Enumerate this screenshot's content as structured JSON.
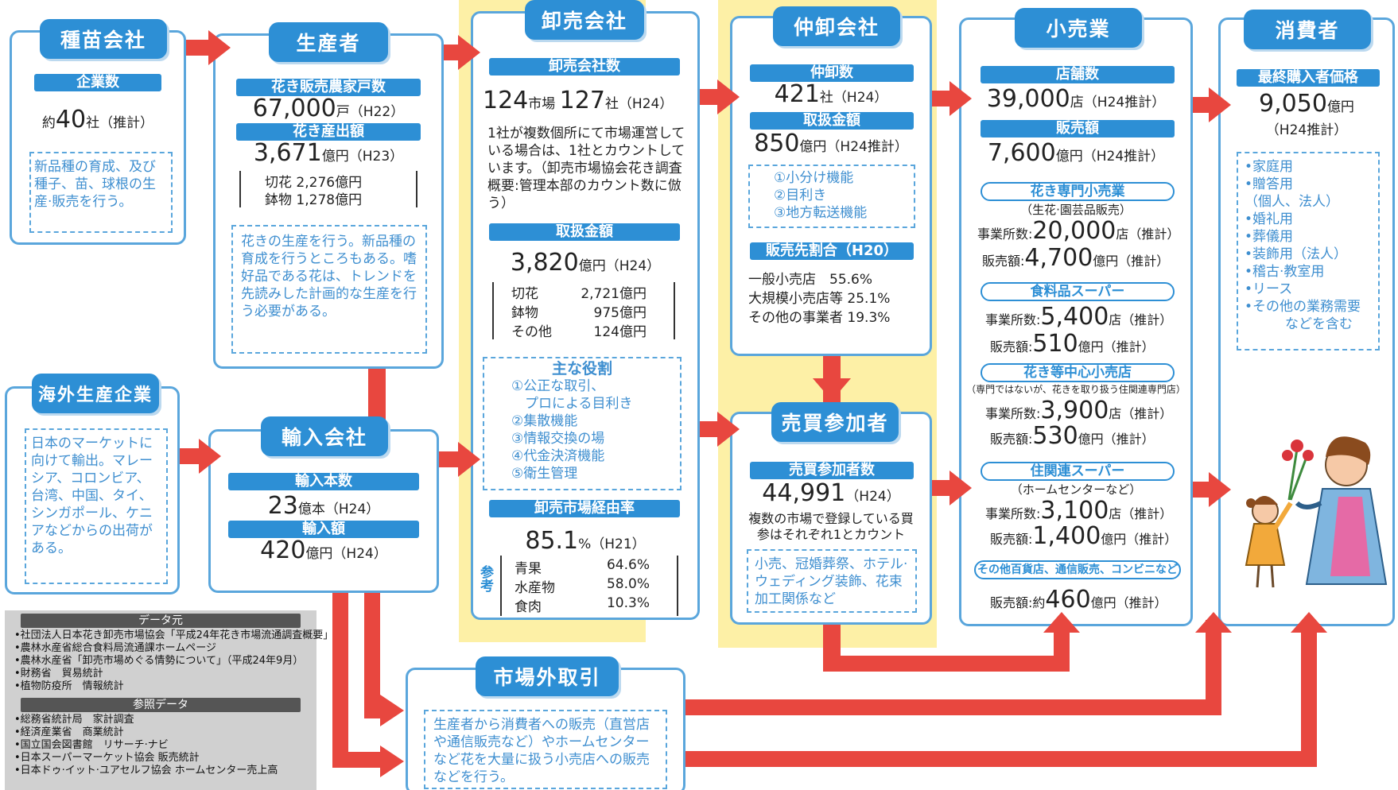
{
  "seed": {
    "title": "種苗会社",
    "bar": "企業数",
    "count_pre": "約",
    "count_num": "40",
    "count_unit": "社（推計）",
    "desc": "新品種の育成、及び種子、苗、球根の生産·販売を行う。"
  },
  "producer": {
    "title": "生産者",
    "bar1": "花き販売農家戸数",
    "farms_num": "67,000",
    "farms_unit": "戸（H22）",
    "bar2": "花き産出額",
    "output_num": "3,671",
    "output_unit": "億円（H23）",
    "cut": "切花 2,276億円",
    "pot": "鉢物 1,278億円",
    "desc": "花きの生産を行う。新品種の育成を行うところもある。嗜好品である花は、トレンドを先読みした計画的な生産を行う必要がある。"
  },
  "wholesale": {
    "title": "卸売会社",
    "bar1": "卸売会社数",
    "markets_num": "124",
    "markets_unit": "市場",
    "companies_num": "127",
    "companies_unit": "社（H24）",
    "note": "1社が複数個所にて市場運営している場合は、1社とカウントしています。（卸売市場協会花き調査概要:管理本部のカウント数に倣う）",
    "bar2": "取扱金額",
    "amount_num": "3,820",
    "amount_unit": "億円（H24）",
    "breakdown": [
      {
        "label": "切花",
        "value": "2,721億円"
      },
      {
        "label": "鉢物",
        "value": "975億円"
      },
      {
        "label": "その他",
        "value": "124億円"
      }
    ],
    "roles_title": "主な役割",
    "roles": [
      "①公正な取引、",
      "　プロによる目利き",
      "②集散機能",
      "③情報交換の場",
      "④代金決済機能",
      "⑤衛生管理"
    ],
    "bar3": "卸売市場経由率",
    "rate_num": "85.1",
    "rate_unit": "%（H21）",
    "ref_label": "参考",
    "refs": [
      {
        "label": "青果",
        "value": "64.6%"
      },
      {
        "label": "水産物",
        "value": "58.0%"
      },
      {
        "label": "食肉",
        "value": "10.3%"
      }
    ]
  },
  "intermediate": {
    "title": "仲卸会社",
    "bar1": "仲卸数",
    "count_num": "421",
    "count_unit": "社（H24）",
    "bar2": "取扱金額",
    "amount_num": "850",
    "amount_unit": "億円（H24推計）",
    "functions": [
      "①小分け機能",
      "②目利き",
      "③地方転送機能"
    ],
    "bar3": "販売先割合（H20）",
    "shares": [
      {
        "label": "一般小売店",
        "value": "55.6%"
      },
      {
        "label": "大規模小売店等",
        "value": "25.1%"
      },
      {
        "label": "その他の事業者",
        "value": "19.3%"
      }
    ]
  },
  "participants": {
    "title": "売買参加者",
    "bar": "売買参加者数",
    "count_num": "44,991",
    "count_unit": "（H24）",
    "note": "複数の市場で登録している買参はそれぞれ1とカウント",
    "desc": "小売、冠婚葬祭、ホテル·ウェディング装飾、花束加工関係など"
  },
  "retail": {
    "title": "小売業",
    "bar1": "店舗数",
    "stores_num": "39,000",
    "stores_unit": "店（H24推計）",
    "bar2": "販売額",
    "sales_num": "7,600",
    "sales_unit": "億円（H24推計）",
    "segments": [
      {
        "name": "花き専門小売業",
        "sub": "（生花·園芸品販売）",
        "l1": "事業所数:",
        "v1": "20,000",
        "u1": "店（推計）",
        "l2": "販売額:",
        "v2": "4,700",
        "u2": "億円（推計）"
      },
      {
        "name": "食料品スーパー",
        "sub": "",
        "l1": "事業所数:",
        "v1": "5,400",
        "u1": "店（推計）",
        "l2": "販売額:",
        "v2": "510",
        "u2": "億円（推計）"
      },
      {
        "name": "花き等中心小売店",
        "sub": "（専門ではないが、花きを取り扱う住関連専門店）",
        "l1": "事業所数:",
        "v1": "3,900",
        "u1": "店（推計）",
        "l2": "販売額:",
        "v2": "530",
        "u2": "億円（推計）"
      },
      {
        "name": "住関連スーパー",
        "sub": "（ホームセンターなど）",
        "l1": "事業所数:",
        "v1": "3,100",
        "u1": "店（推計）",
        "l2": "販売額:",
        "v2": "1,400",
        "u2": "億円（推計）"
      }
    ],
    "other_name": "その他百貨店、通信販売、コンビニなど",
    "other_label": "販売額:約",
    "other_value": "460",
    "other_unit": "億円（推計）"
  },
  "consumer": {
    "title": "消費者",
    "bar": "最終購入者価格",
    "price_num": "9,050",
    "price_unit": "億円",
    "price_year": "（H24推計）",
    "uses": [
      "•家庭用",
      "•贈答用",
      "（個人、法人）",
      "•婚礼用",
      "•葬儀用",
      "•装飾用（法人）",
      "•稽古·教室用",
      "•リース",
      "•その他の業務需要",
      "　　　などを含む"
    ]
  },
  "overseas": {
    "title": "海外生産企業",
    "desc": "日本のマーケットに向けて輸出。マレーシア、コロンビア、台湾、中国、タイ、シンガポール、ケニアなどからの出荷がある。"
  },
  "importer": {
    "title": "輸入会社",
    "bar1": "輸入本数",
    "count_num": "23",
    "count_unit": "億本（H24）",
    "bar2": "輸入額",
    "amount_num": "420",
    "amount_unit": "億円（H24）"
  },
  "offmarket": {
    "title": "市場外取引",
    "desc": "生産者から消費者への販売（直営店や通信販売など）やホームセンターなど花を大量に扱う小売店への販売などを行う。"
  },
  "sources": {
    "header": "データ元",
    "items": [
      "•社団法人日本花き卸売市場協会「平成24年花き市場流通調査概要」",
      "•農林水産省総合食料局流通課ホームページ",
      "•農林水産省「卸売市場めぐる情勢について」（平成24年9月）",
      "•財務省　貿易統計",
      "•植物防疫所　情報統計"
    ],
    "ref_header": "参照データ",
    "refs": [
      "•総務省統計局　家計調査",
      "•経済産業省　商業統計",
      "•国立国会図書館　リサーチ·ナビ",
      "•日本スーパーマーケット協会 販売統計",
      "•日本ドゥ·イット·ユアセルフ協会 ホームセンター売上高"
    ]
  },
  "colors": {
    "accent": "#2d8fd5",
    "arrow": "#e8473f",
    "band": "#fdf0a6",
    "panel": "#d0d0d0"
  }
}
